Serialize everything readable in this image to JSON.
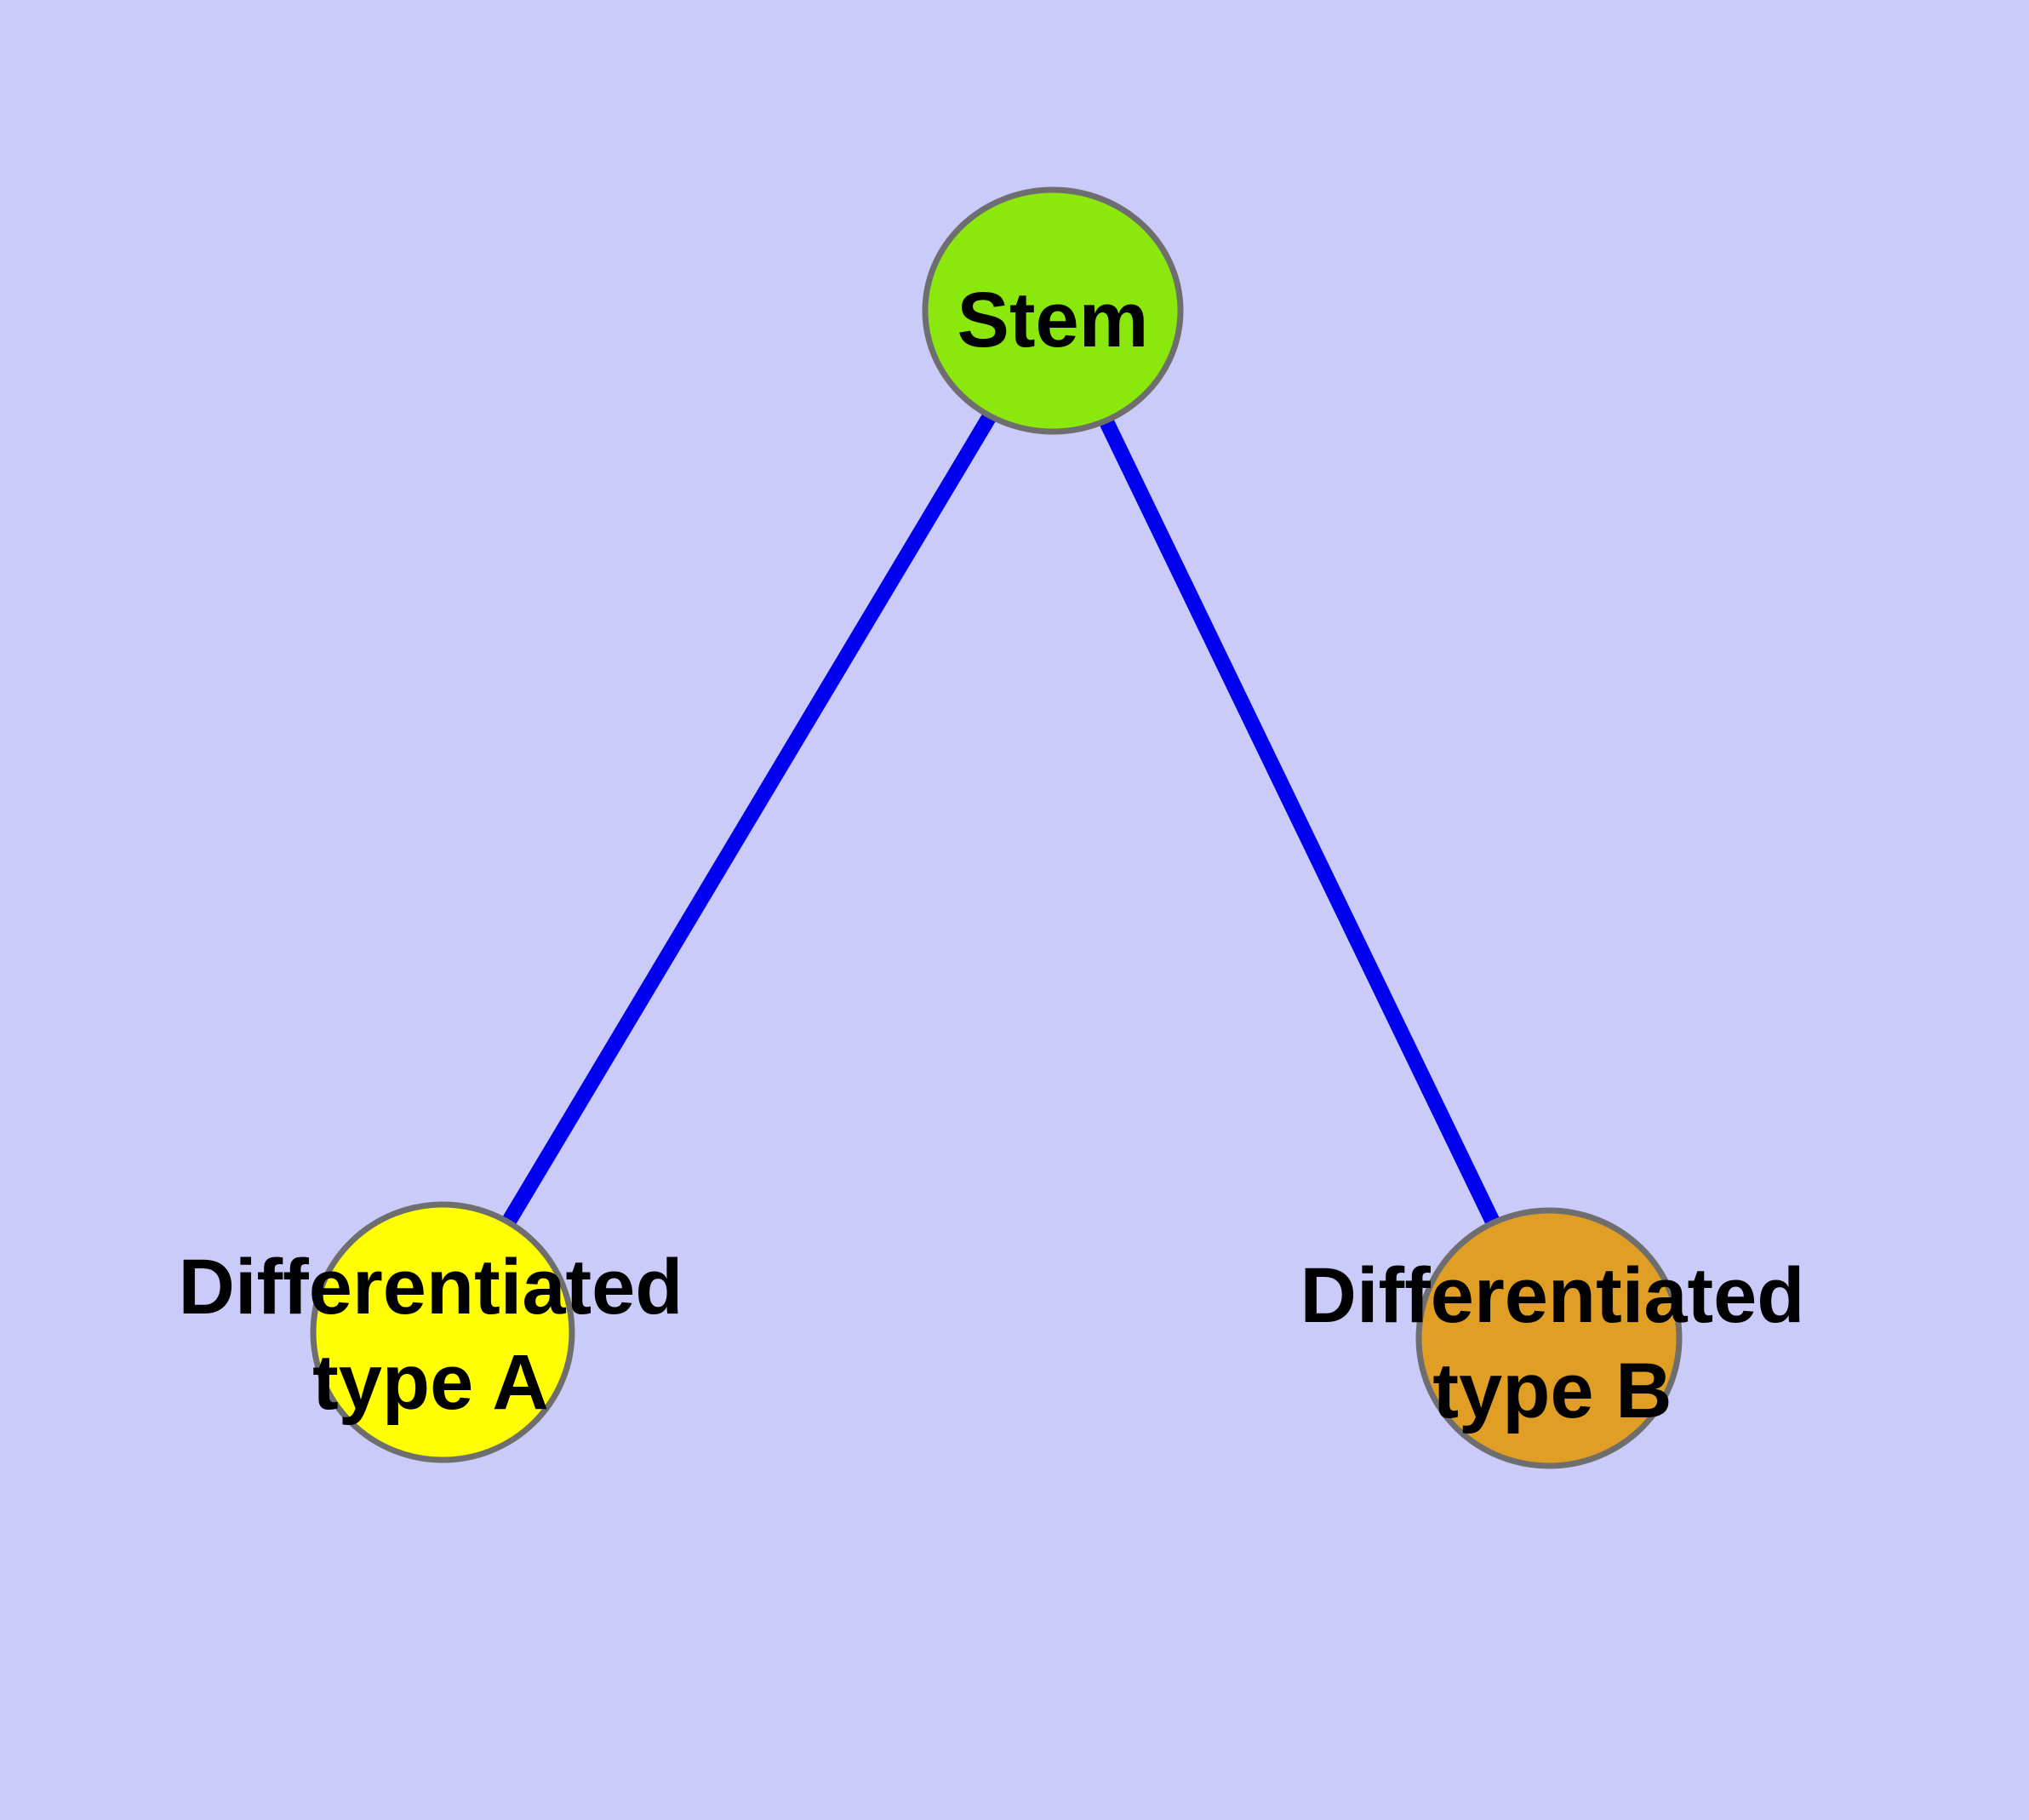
{
  "diagram": {
    "colors": {
      "background": "#CBCBFA",
      "edge": "#0101F0",
      "node_border": "#6E6E6E",
      "label_text": "#000000",
      "stem_fill": "#8BE80D",
      "type_a_fill": "#FFFF00",
      "type_b_fill": "#E09E24"
    },
    "nodes": [
      {
        "name": "stem",
        "label": "Stem",
        "lines": [
          "Stem"
        ],
        "fill": "#8BE80D"
      },
      {
        "name": "differentiated-type-a",
        "label": "Differentiated type A",
        "lines": [
          "Differentiated",
          "type A"
        ],
        "fill": "#FFFF00"
      },
      {
        "name": "differentiated-type-b",
        "label": "Differentiated type B",
        "lines": [
          "Differentiated",
          "type B"
        ],
        "fill": "#E09E24"
      }
    ],
    "edges": [
      {
        "from": "Stem",
        "to": "Differentiated type A"
      },
      {
        "from": "Stem",
        "to": "Differentiated type B"
      }
    ]
  }
}
